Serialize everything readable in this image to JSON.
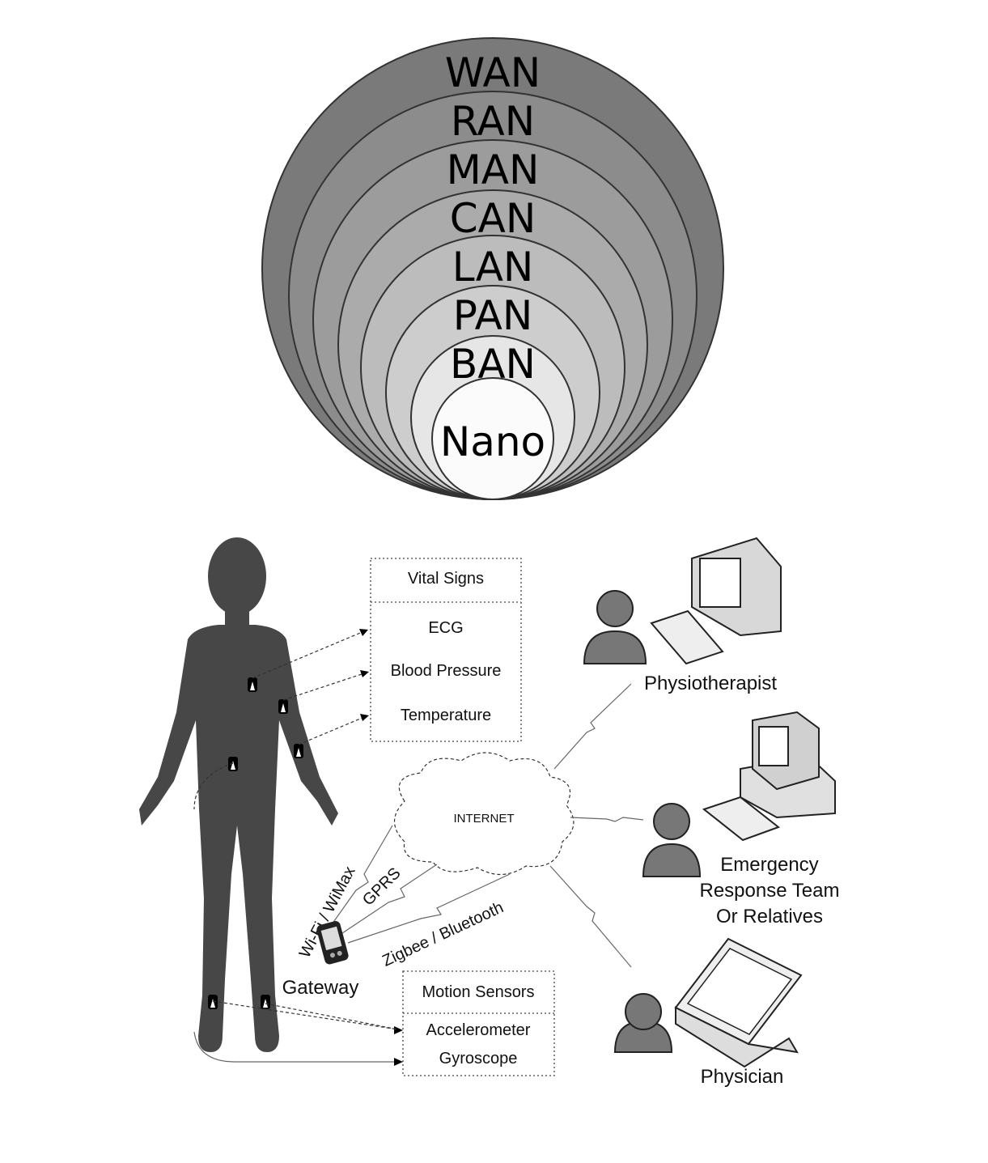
{
  "network_scales": {
    "layers": [
      {
        "label": "WAN",
        "fill": "#7a7a7a"
      },
      {
        "label": "RAN",
        "fill": "#8c8c8c"
      },
      {
        "label": "MAN",
        "fill": "#9c9c9c"
      },
      {
        "label": "CAN",
        "fill": "#ababab"
      },
      {
        "label": "LAN",
        "fill": "#bcbcbc"
      },
      {
        "label": "PAN",
        "fill": "#cdcdcd"
      },
      {
        "label": "BAN",
        "fill": "#e6e6e6"
      },
      {
        "label": "Nano",
        "fill": "#fbfbfb"
      }
    ]
  },
  "ban_system": {
    "vital_signs": {
      "title": "Vital Signs",
      "items": [
        "ECG",
        "Blood Pressure",
        "Temperature"
      ]
    },
    "motion_sensors": {
      "title": "Motion Sensors",
      "items": [
        "Accelerometer",
        "Gyroscope"
      ]
    },
    "internet": "INTERNET",
    "gateway": "Gateway",
    "links": [
      "Wi-Fi / WiMax",
      "GPRS",
      "Zigbee / Bluetooth"
    ],
    "recipients": {
      "physiotherapist": "Physiotherapist",
      "emergency": [
        "Emergency",
        "Response Team",
        "Or Relatives"
      ],
      "physician": "Physician"
    },
    "silhouette_color": "#474747"
  }
}
